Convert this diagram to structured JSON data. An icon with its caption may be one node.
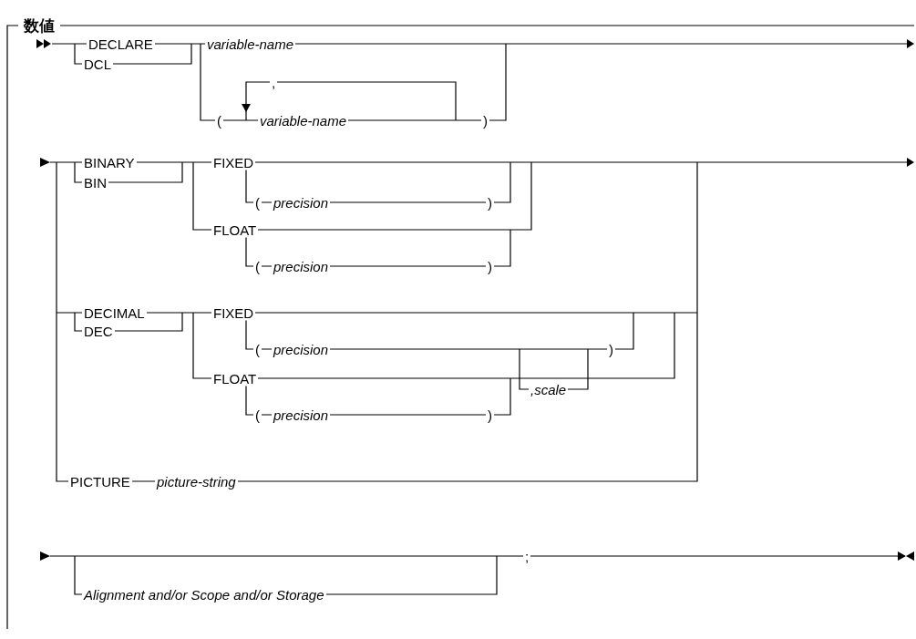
{
  "diagram": {
    "title": "数値",
    "labels": [
      "DECLARE",
      "DCL",
      "variable-name",
      ",",
      "(",
      "variable-name",
      ")",
      "BINARY",
      "BIN",
      "FIXED",
      "(",
      "precision",
      ")",
      "FLOAT",
      "(",
      "precision",
      ")",
      "DECIMAL",
      "DEC",
      "FIXED",
      "(",
      "precision",
      ",scale",
      ")",
      "FLOAT",
      "(",
      "precision",
      ")",
      "PICTURE",
      "picture-string",
      "Alignment and/or Scope and/or Storage",
      ";"
    ]
  }
}
